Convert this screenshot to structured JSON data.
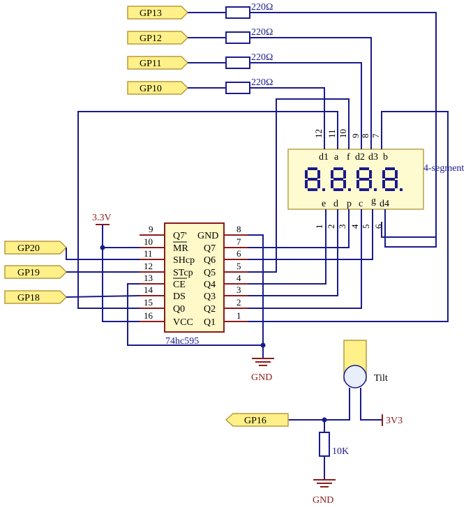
{
  "signals": {
    "gp13": "GP13",
    "gp12": "GP12",
    "gp11": "GP11",
    "gp10": "GP10",
    "gp20": "GP20",
    "gp19": "GP19",
    "gp18": "GP18",
    "gp16": "GP16"
  },
  "resistors": {
    "r220": "220Ω",
    "r10k": "10K"
  },
  "power": {
    "v33": "3.3V",
    "v3v3": "3V3",
    "gnd": "GND"
  },
  "display": {
    "label": "4-segment",
    "top_pin_numbers": [
      "12",
      "11",
      "10",
      "9",
      "8",
      "7"
    ],
    "top_pin_names": [
      "d1",
      "a",
      "f",
      "d2",
      "d3",
      "b"
    ],
    "bottom_pin_numbers": [
      "1",
      "2",
      "3",
      "4",
      "5",
      "6"
    ],
    "bottom_pin_names": [
      "e",
      "d",
      "p",
      "c",
      "g",
      "d4"
    ]
  },
  "chip": {
    "name": "74hc595",
    "left_pin_numbers": [
      "9",
      "10",
      "11",
      "12",
      "13",
      "14",
      "15",
      "16"
    ],
    "left_pin_names": [
      "Q7'",
      "MR",
      "SHcp",
      "STcp",
      "CE",
      "DS",
      "Q0",
      "VCC"
    ],
    "right_pin_names": [
      "GND",
      "Q7",
      "Q6",
      "Q5",
      "Q4",
      "Q3",
      "Q2",
      "Q1"
    ],
    "right_pin_numbers": [
      "8",
      "7",
      "6",
      "5",
      "4",
      "3",
      "2",
      "1"
    ]
  },
  "tilt": {
    "label": "Tilt"
  },
  "colors": {
    "wire": "#1a1a8c",
    "power": "#8b1a1a",
    "flag_fill": "#fff08a",
    "body_fill": "#fff8c8"
  }
}
